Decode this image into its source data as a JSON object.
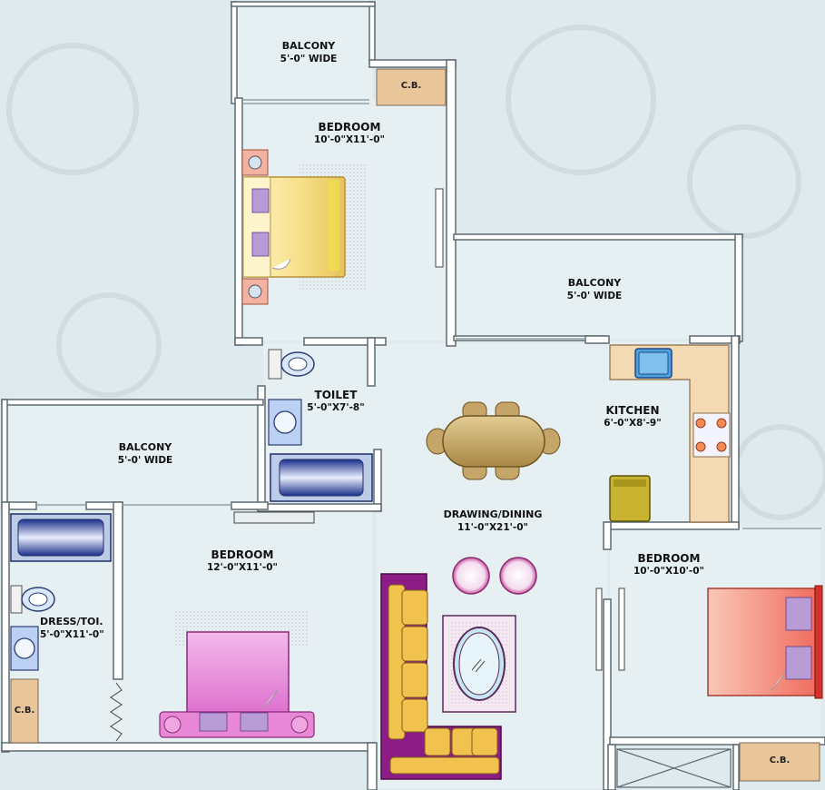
{
  "rooms": {
    "balcony_top": {
      "name": "BALCONY",
      "dim": "5'-0\" WIDE"
    },
    "bedroom_top": {
      "name": "BEDROOM",
      "dim": "10'-0\"X11'-0\""
    },
    "balcony_right": {
      "name": "BALCONY",
      "dim": "5'-0' WIDE"
    },
    "toilet": {
      "name": "TOILET",
      "dim": "5'-0\"X7'-8\""
    },
    "kitchen": {
      "name": "KITCHEN",
      "dim": "6'-0\"X8'-9\""
    },
    "balcony_left": {
      "name": "BALCONY",
      "dim": "5'-0' WIDE"
    },
    "drawing_dining": {
      "name": "DRAWING/DINING",
      "dim": "11'-0\"X21'-0\""
    },
    "bedroom_left": {
      "name": "BEDROOM",
      "dim": "12'-0\"X11'-0\""
    },
    "bedroom_right": {
      "name": "BEDROOM",
      "dim": "10'-0\"X10'-0\""
    },
    "dress_toilet": {
      "name": "DRESS/TOI.",
      "dim": "5'-0\"X11'-0\""
    }
  },
  "cupboards": {
    "top": "C.B.",
    "left": "C.B.",
    "right": "C.B."
  },
  "colors": {
    "background": "#dfeaee",
    "wall": "#ffffff",
    "wall_outline": "#5d6a70",
    "bed_yellow": "#f4d77a",
    "bed_pink": "#e887d6",
    "bed_salmon": "#f59282",
    "cupboard": "#e9c59a",
    "sofa_frame": "#8e1c86",
    "sofa_cushion": "#f1c24e",
    "dining_table": "#c6a569",
    "fixture_blue": "#3a63c9"
  }
}
